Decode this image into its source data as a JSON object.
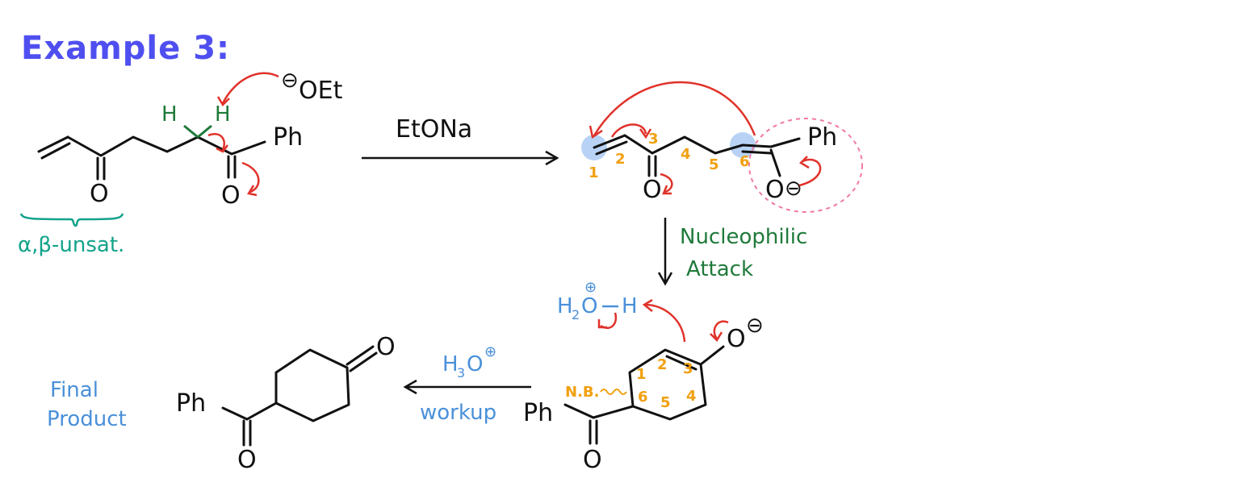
{
  "title": "Example 3:",
  "colors": {
    "title": "#4f4ff0",
    "bond": "#111111",
    "curly_arrow": "#e0322a",
    "green_label": "#1f7a3a",
    "teal_label": "#12a38a",
    "blue_label": "#4a90d9",
    "orange_number": "#f0a010",
    "highlight_circle": "#9fc3f0",
    "dashed_circle": "#ef7aa8"
  },
  "reactant": {
    "ph": "Ph",
    "o_ketone1": "O",
    "o_ketone2": "O",
    "h_left": "H",
    "h_right": "H",
    "base": "OEt",
    "base_charge": "⊖",
    "annotation": "α,β-unsat."
  },
  "step1": {
    "reagent": "EtONa"
  },
  "enolate": {
    "ph": "Ph",
    "o_ketone": "O",
    "o_enolate": "O",
    "o_charge": "⊖",
    "numbers": [
      "1",
      "2",
      "3",
      "4",
      "5",
      "6"
    ]
  },
  "step2": {
    "label_line1": "Nucleophilic",
    "label_line2": "Attack"
  },
  "ring_intermediate": {
    "ph": "Ph",
    "o_carbonyl": "O",
    "o_enolate": "O",
    "o_charge": "⊖",
    "nb": "N.B.",
    "numbers": [
      "1",
      "2",
      "3",
      "4",
      "5",
      "6"
    ],
    "hydronium_h2": "H",
    "hydronium_sub": "2",
    "hydronium_o": "O",
    "hydronium_h": "H",
    "hydronium_charge": "⊕"
  },
  "step3": {
    "reagent": "H3O",
    "reagent_h": "H",
    "reagent_sub": "3",
    "reagent_o": "O",
    "reagent_charge": "⊕",
    "workup": "workup"
  },
  "product": {
    "label_line1": "Final",
    "label_line2": "Product",
    "ph": "Ph",
    "o_ring": "O",
    "o_carbonyl": "O"
  }
}
